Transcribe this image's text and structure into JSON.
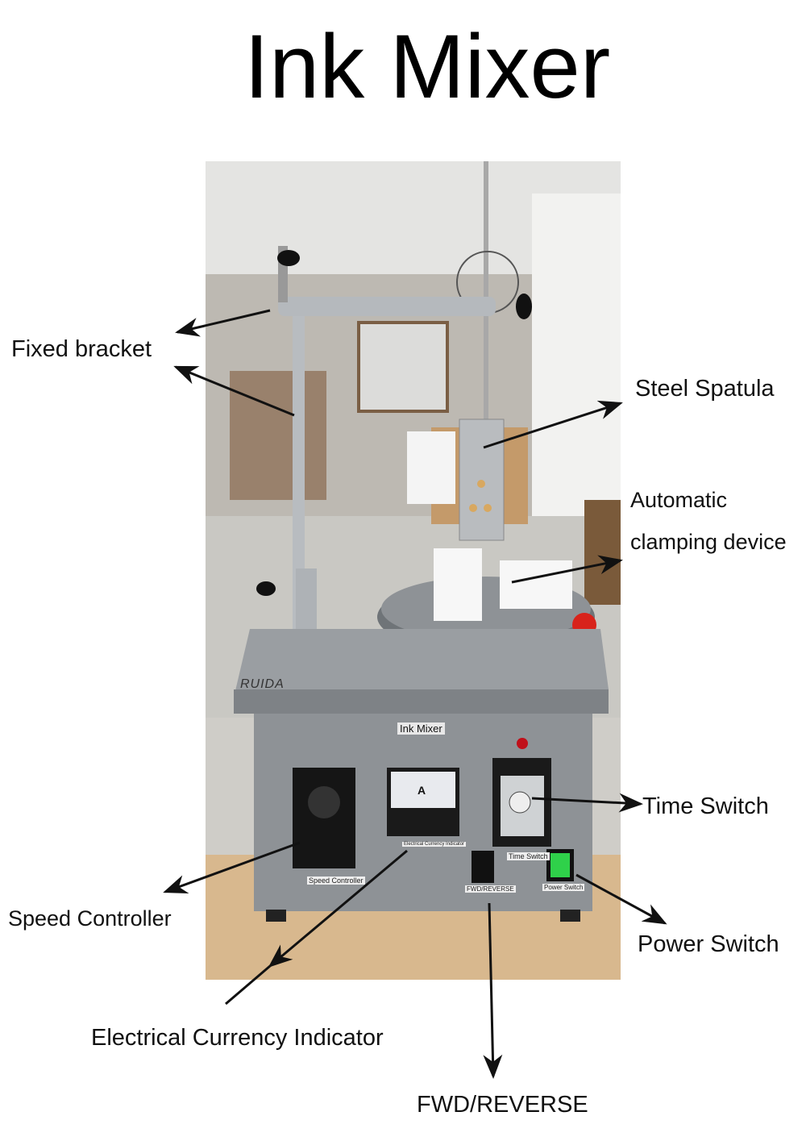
{
  "title": "Ink Mixer",
  "labels": {
    "fixed_bracket": "Fixed bracket",
    "steel_spatula": "Steel Spatula",
    "automatic_line1": "Automatic",
    "automatic_line2": "clamping device",
    "time_switch": "Time Switch",
    "speed_controller": "Speed Controller",
    "power_switch": "Power Switch",
    "current_indicator": "Electrical Currency Indicator",
    "fwd_reverse": "FWD/REVERSE"
  },
  "machine": {
    "brand": "RUIDA",
    "panel_name": "Ink Mixer",
    "plates": {
      "speed_controller": "Speed Controller",
      "current_indicator": "Electrical Currency Indicator",
      "time_switch": "Time Switch",
      "fwd_reverse": "FWD/REVERSE",
      "power_switch": "Power Switch"
    },
    "meter_unit": "A"
  },
  "colors": {
    "machine_gray": "#8e9296",
    "knob_red": "#d8231b",
    "power_green": "#2fd14a",
    "arrow": "#111111"
  }
}
